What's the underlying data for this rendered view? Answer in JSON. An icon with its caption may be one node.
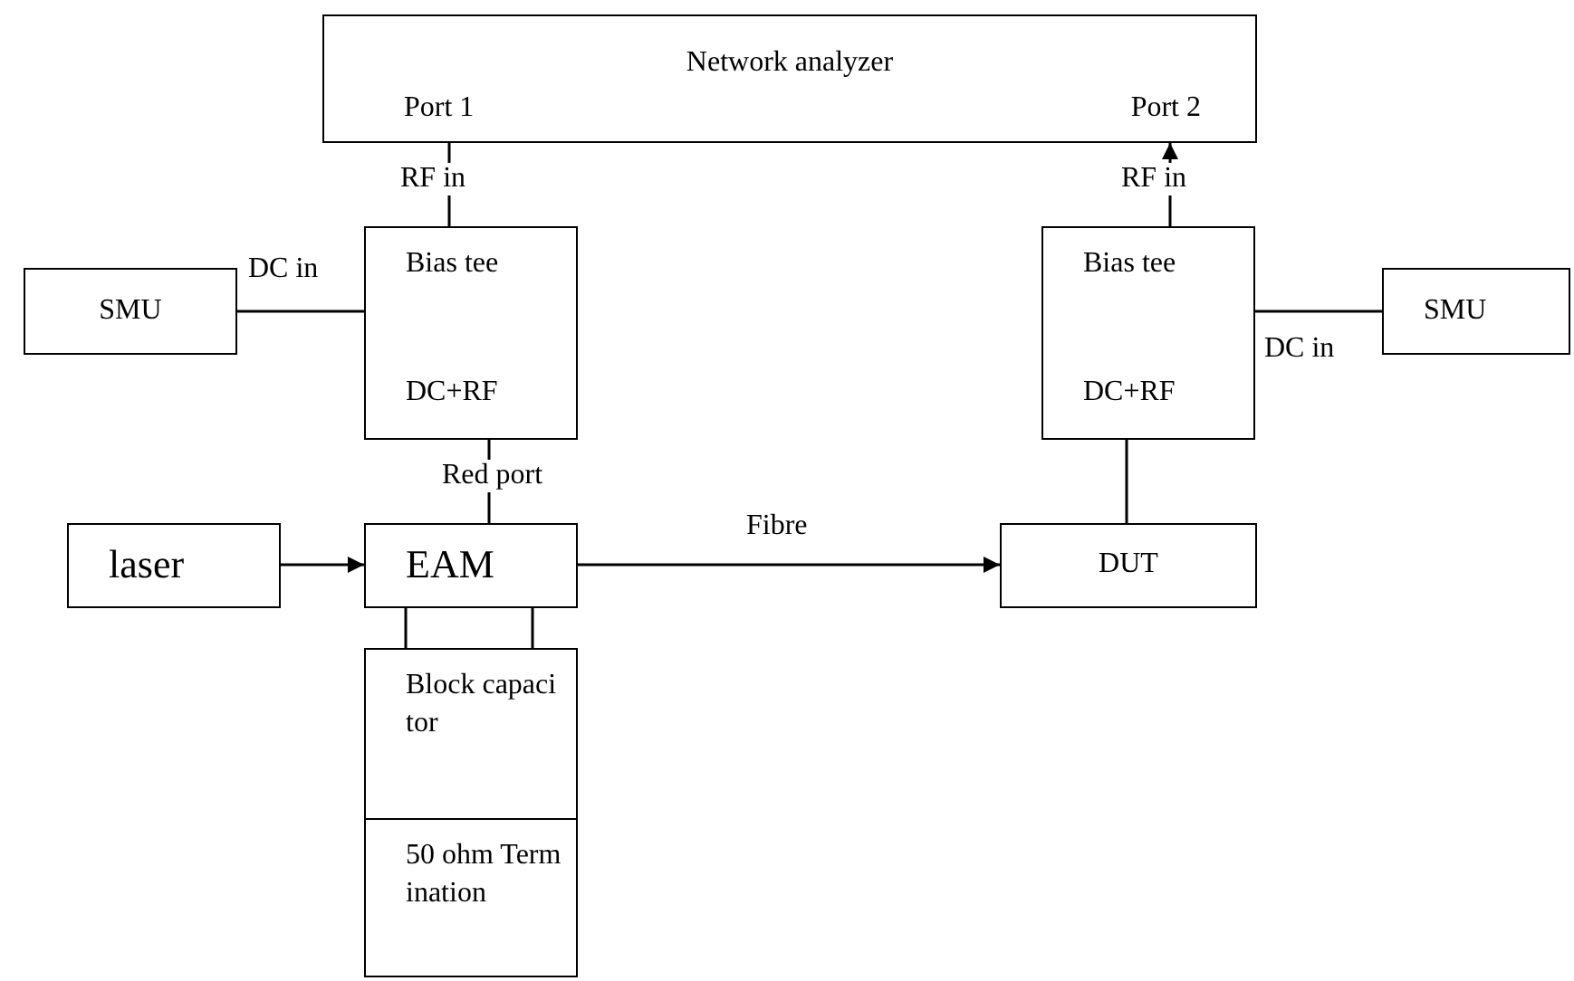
{
  "diagram": {
    "nodes": [
      {
        "text": [
          "Network analyzer",
          "Port 1",
          "Port 2"
        ]
      },
      {
        "text": [
          "SMU"
        ]
      },
      {
        "text": [
          "Bias tee",
          "DC+RF"
        ]
      },
      {
        "text": [
          "Bias tee",
          "DC+RF"
        ]
      },
      {
        "text": [
          "SMU"
        ]
      },
      {
        "text": [
          "laser"
        ]
      },
      {
        "text": [
          "EAM"
        ]
      },
      {
        "text": [
          "DUT"
        ]
      },
      {
        "text": [
          "Block capacitor"
        ]
      },
      {
        "text": [
          "50 ohm Termination"
        ]
      }
    ],
    "edges": [
      {
        "from": 2,
        "to": 0,
        "arrow": "none",
        "label": "RF in"
      },
      {
        "from": 3,
        "to": 0,
        "arrow": "to",
        "label": "RF in"
      },
      {
        "from": 1,
        "to": 2,
        "arrow": "none",
        "label": "DC in"
      },
      {
        "from": 3,
        "to": 4,
        "arrow": "none",
        "label": "DC in"
      },
      {
        "from": 2,
        "to": 6,
        "arrow": "none",
        "label": "Red port"
      },
      {
        "from": 5,
        "to": 6,
        "arrow": "to"
      },
      {
        "from": 6,
        "to": 7,
        "arrow": "to",
        "label": "Fibre"
      },
      {
        "from": 3,
        "to": 7,
        "arrow": "none"
      },
      {
        "from": 6,
        "to": 8,
        "arrow": "none"
      },
      {
        "from": 6,
        "to": 8,
        "arrow": "none"
      }
    ]
  }
}
